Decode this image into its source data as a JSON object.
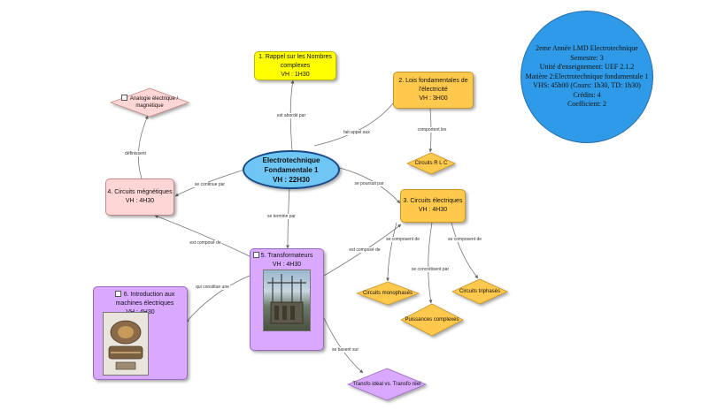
{
  "center": {
    "title": "Electrotechnique Fondamentale 1",
    "vh": "VH : 22H30"
  },
  "nodes": {
    "rappel": {
      "title": "1. Rappel sur les Nombres complexes",
      "vh": "VH : 1H30"
    },
    "lois": {
      "title": "2. Lois fondamentales de l'électricité",
      "vh": "VH : 3H00"
    },
    "circuits_elec": {
      "title": "3. Circuits électriques",
      "vh": "VH : 4H30"
    },
    "circuits_magn": {
      "title": "4. Circuits mégnétiques",
      "vh": "VH : 4H30"
    },
    "transfo": {
      "title": "5. Transformateurs",
      "vh": "VH : 4H30"
    },
    "machines": {
      "title": "6. Introduction aux machines électriques",
      "vh": "VH : 4H30"
    },
    "analogie": {
      "label": "Analogie électrique / magnétique"
    },
    "rlc": {
      "label": "Circuits R L C"
    },
    "mono": {
      "label": "Circuits monophasés"
    },
    "tri": {
      "label": "Circuits triphasés"
    },
    "puissances": {
      "label": "Puissances complexes"
    },
    "transfo_ideal": {
      "label": "Transfo idéal vs. Transfo réel"
    }
  },
  "edge_labels": {
    "aborde": "est abordé par",
    "appel": "fait appel aux",
    "continue": "se continue par",
    "poursuit": "se poursuit par",
    "termine": "se termine par",
    "definissent": "définissent",
    "comportent": "comportent les",
    "compose_de_4": "est composé de",
    "compose_de_5": "est composé de",
    "composent_mono": "se composent de",
    "composent_tri": "se composent de",
    "concretisent": "se concrétisent par",
    "constitue": "qui constitue une",
    "basent": "se basent sur"
  },
  "info": {
    "lines": [
      "2eme Année LMD Electrotechnique",
      "Semestre: 3",
      "Unité d'enseignement: UEF 2.1.2",
      "Matière 2:Electrotechnique fondamentale 1",
      "VHS: 45h00 (Cours: 1h30, TD: 1h30)",
      "Crédits: 4",
      "Coefficient: 2"
    ]
  },
  "colors": {
    "center": "#6ec6f5",
    "yellow": "#ffff00",
    "orange": "#ffc94d",
    "pink": "#ffd6d6",
    "purple": "#d9a8ff",
    "info": "#2f9be8"
  }
}
